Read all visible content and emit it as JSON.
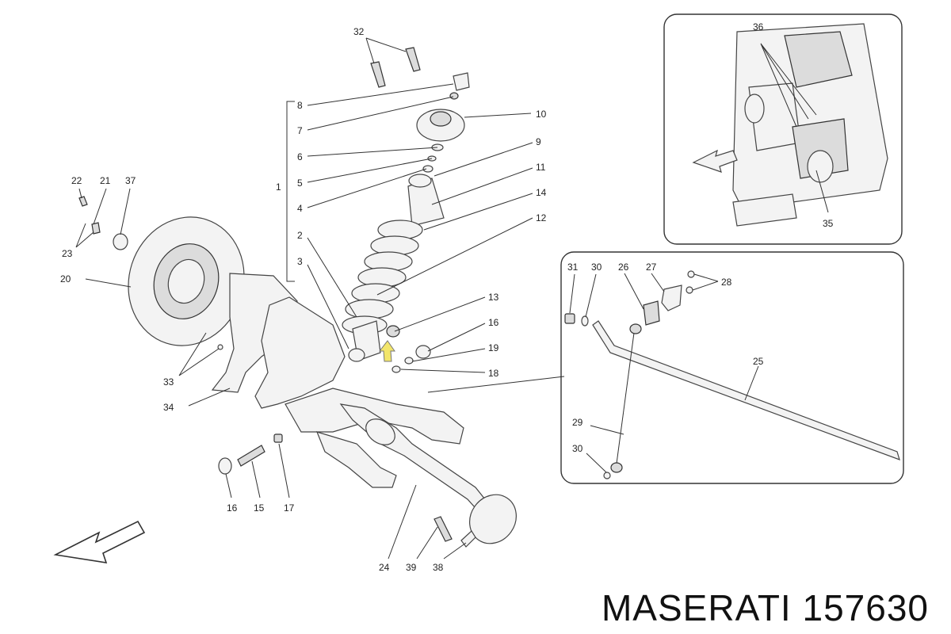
{
  "footer": {
    "brand_part": "MASERATI 157630"
  },
  "labels": {
    "c1": "1",
    "c2": "2",
    "c3": "3",
    "c4": "4",
    "c5": "5",
    "c6": "6",
    "c7": "7",
    "c8": "8",
    "c9": "9",
    "c10": "10",
    "c11": "11",
    "c12": "12",
    "c13": "13",
    "c14": "14",
    "c15": "15",
    "c16a": "16",
    "c16b": "16",
    "c17": "17",
    "c18": "18",
    "c19": "19",
    "c20": "20",
    "c21": "21",
    "c22": "22",
    "c23": "23",
    "c24": "24",
    "c25": "25",
    "c26": "26",
    "c27": "27",
    "c28": "28",
    "c29": "29",
    "c30a": "30",
    "c30b": "30",
    "c31": "31",
    "c32": "32",
    "c33": "33",
    "c34": "34",
    "c35": "35",
    "c36": "36",
    "c37": "37",
    "c38": "38",
    "c39": "39"
  },
  "colors": {
    "line": "#333333",
    "highlight_arrow": "#f2e56b"
  }
}
